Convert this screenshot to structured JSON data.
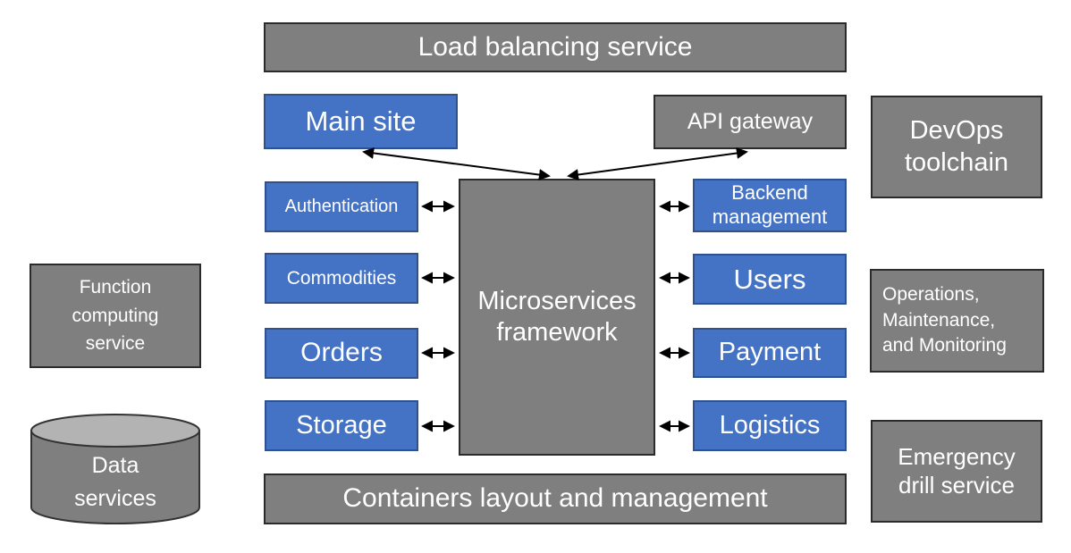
{
  "diagram_type": "microservices-architecture",
  "colors": {
    "gray_fill": "#7f7f7f",
    "gray_border": "#2b2b2b",
    "blue_fill": "#4472c4",
    "blue_border": "#2f528f",
    "cylinder_top_fill": "#b3b3b3",
    "label_text": "#ffffff",
    "arrow": "#000000",
    "background": "#ffffff"
  },
  "nodes": {
    "load_balancing": "Load balancing service",
    "main_site": "Main site",
    "api_gateway": "API gateway",
    "devops_toolchain": "DevOps\ntoolchain",
    "microservices_framework": "Microservices\nframework",
    "authentication": "Authentication",
    "commodities": "Commodities",
    "orders": "Orders",
    "storage": "Storage",
    "backend_management": "Backend\nmanagement",
    "users": "Users",
    "payment": "Payment",
    "logistics": "Logistics",
    "operations": "Operations,\nMaintenance,\nand Monitoring",
    "emergency_drill": "Emergency\ndrill service",
    "containers": "Containers layout and management",
    "function_computing": "Function\ncomputing\nservice",
    "data_services": "Data\nservices"
  },
  "edges": [
    {
      "from": "Main site",
      "to": "Microservices framework",
      "bidirectional": true
    },
    {
      "from": "API gateway",
      "to": "Microservices framework",
      "bidirectional": true
    },
    {
      "from": "Authentication",
      "to": "Microservices framework",
      "bidirectional": true
    },
    {
      "from": "Commodities",
      "to": "Microservices framework",
      "bidirectional": true
    },
    {
      "from": "Orders",
      "to": "Microservices framework",
      "bidirectional": true
    },
    {
      "from": "Storage",
      "to": "Microservices framework",
      "bidirectional": true
    },
    {
      "from": "Backend management",
      "to": "Microservices framework",
      "bidirectional": true
    },
    {
      "from": "Users",
      "to": "Microservices framework",
      "bidirectional": true
    },
    {
      "from": "Payment",
      "to": "Microservices framework",
      "bidirectional": true
    },
    {
      "from": "Logistics",
      "to": "Microservices framework",
      "bidirectional": true
    }
  ]
}
